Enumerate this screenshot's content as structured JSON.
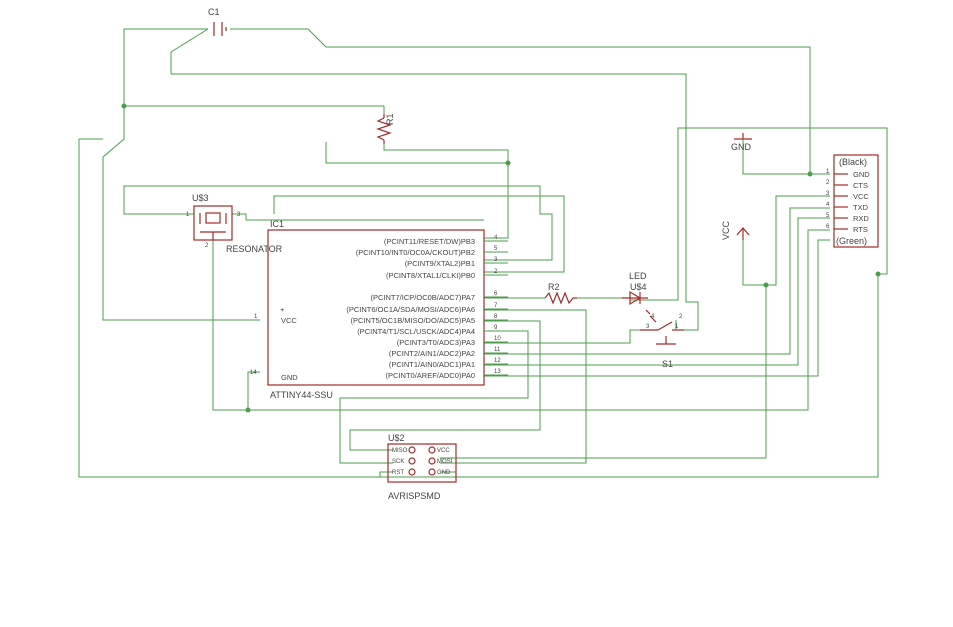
{
  "components": {
    "c1": {
      "name": "C1"
    },
    "r1": {
      "name": "R1"
    },
    "r2": {
      "name": "R2"
    },
    "resonator": {
      "name": "U$3",
      "value": "RESONATOR",
      "pins": [
        "1",
        "3",
        "2"
      ]
    },
    "ic": {
      "name": "IC1",
      "value": "ATTINY44-SSU",
      "power_pins": [
        {
          "num": "1",
          "label": "VCC"
        },
        {
          "num": "14",
          "label": "GND"
        }
      ],
      "right_pins": [
        {
          "label": "(PCINT11/RESET/DW)PB3",
          "num": "4"
        },
        {
          "label": "(PCINT10/INT0/OC0A/CKOUT)PB2",
          "num": "5"
        },
        {
          "label": "(PCINT9/XTAL2)PB1",
          "num": "3"
        },
        {
          "label": "(PCINT8/XTAL1/CLKI)PB0",
          "num": "2"
        },
        {
          "label": "(PCINT7/ICP/OC0B/ADC7)PA7",
          "num": "6"
        },
        {
          "label": "(PCINT6/OC1A/SDA/MOSI/ADC6)PA6",
          "num": "7"
        },
        {
          "label": "(PCINT5/OC1B/MISO/DO/ADC5)PA5",
          "num": "8"
        },
        {
          "label": "(PCINT4/T1/SCL/USCK/ADC4)PA4",
          "num": "9"
        },
        {
          "label": "(PCINT3/T0/ADC3)PA3",
          "num": "10"
        },
        {
          "label": "(PCINT2/AIN1/ADC2)PA2",
          "num": "11"
        },
        {
          "label": "(PCINT1/AIN0/ADC1)PA1",
          "num": "12"
        },
        {
          "label": "(PCINT0/AREF/ADC0)PA0",
          "num": "13"
        }
      ]
    },
    "led": {
      "name": "LED",
      "value": "U$4"
    },
    "switch": {
      "name": "S1",
      "pins": [
        "4",
        "3",
        "1",
        "2"
      ]
    },
    "isp": {
      "name": "U$2",
      "value": "AVRISPSMD",
      "left_pins": [
        "MISO",
        "SCK",
        "RST"
      ],
      "right_pins": [
        "VCC",
        "MOSI",
        "GND"
      ]
    },
    "ftdi": {
      "top_label": "(Black)",
      "bottom_label": "(Green)",
      "pins": [
        {
          "num": "1",
          "label": "GND"
        },
        {
          "num": "2",
          "label": "CTS"
        },
        {
          "num": "3",
          "label": "VCC"
        },
        {
          "num": "4",
          "label": "TXD"
        },
        {
          "num": "5",
          "label": "RXD"
        },
        {
          "num": "6",
          "label": "RTS"
        }
      ]
    },
    "gnd_symbol": {
      "label": "GND"
    },
    "vcc_symbol": {
      "label": "VCC"
    }
  }
}
